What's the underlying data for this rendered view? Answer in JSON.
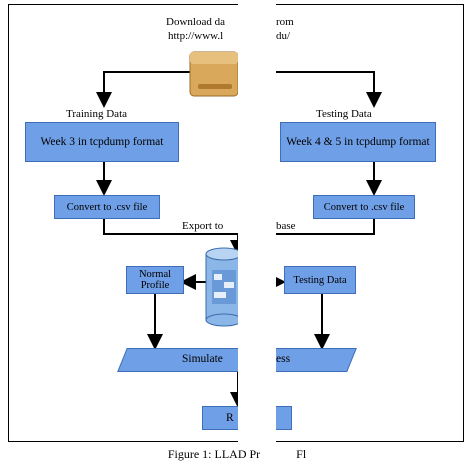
{
  "diagram": {
    "source_label_line1": "Download da",
    "source_label_line1_right": "rom",
    "source_label_line2": "http://www.l",
    "source_label_line2_right": "du/",
    "training_label": "Training Data",
    "testing_label": "Testing Data",
    "week3_box": "Week 3 in tcpdump format",
    "week45_box": "Week 4 & 5 in tcpdump format",
    "convert_left": "Convert to .csv file",
    "convert_right": "Convert to .csv file",
    "export_label_left": "Export to",
    "export_label_right": "base",
    "normal_profile": "Normal Profile",
    "testing_data_box": "Testing Data",
    "simulate_left": "Simulate",
    "simulate_right": "ess",
    "result_left": "R",
    "caption_left": "Figure 1: LLAD Pr",
    "caption_right": "Fl"
  },
  "colors": {
    "box_fill": "#6f9fe6",
    "box_border": "#3d6fb8",
    "folder": "#d9a85a",
    "database": "#8ab6e8"
  }
}
